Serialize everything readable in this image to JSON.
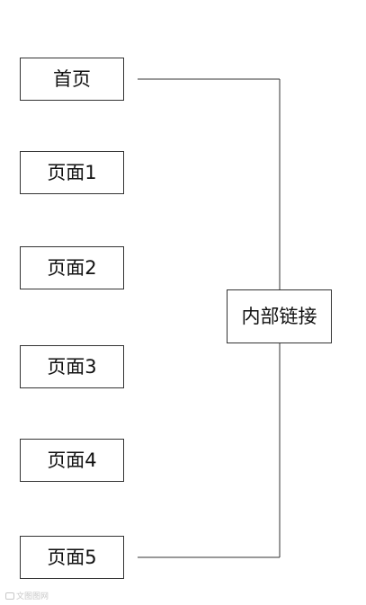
{
  "diagram": {
    "pages": [
      {
        "label": "首页"
      },
      {
        "label": "页面1"
      },
      {
        "label": "页面2"
      },
      {
        "label": "页面3"
      },
      {
        "label": "页面4"
      },
      {
        "label": "页面5"
      }
    ],
    "hub": {
      "label": "内部链接"
    }
  },
  "watermark": {
    "text": "文图图网"
  },
  "colors": {
    "line": "#333333",
    "border": "#333333",
    "background": "#ffffff"
  }
}
